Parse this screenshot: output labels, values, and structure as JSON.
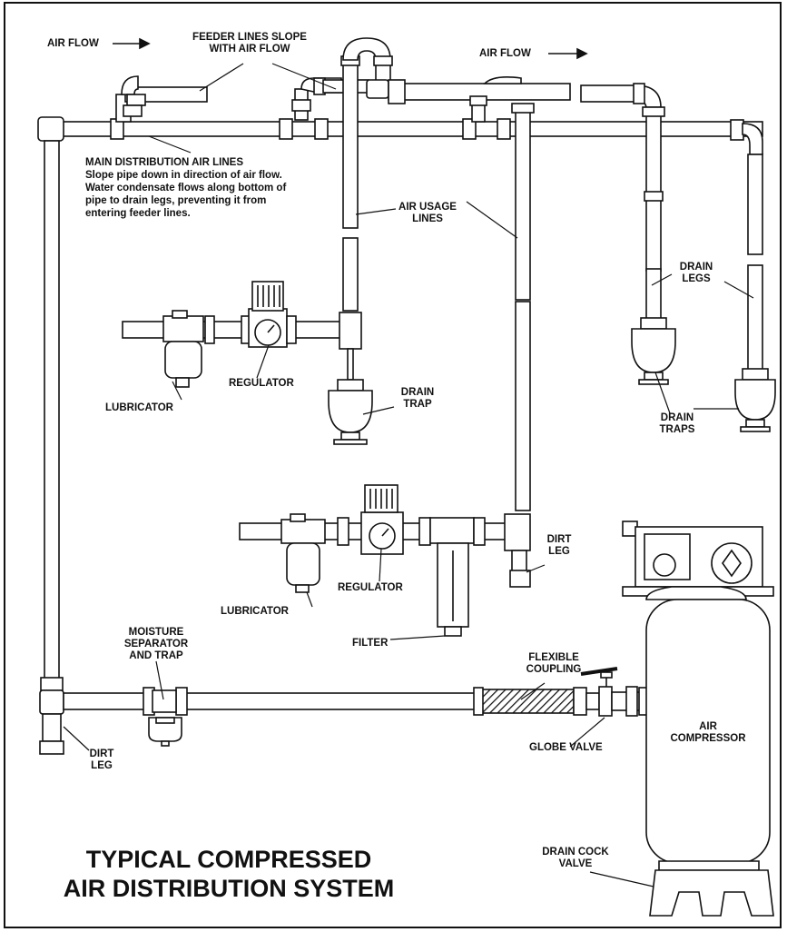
{
  "title": {
    "line1": "TYPICAL COMPRESSED",
    "line2": "AIR DISTRIBUTION SYSTEM"
  },
  "labels": {
    "air_flow_left": "AIR FLOW",
    "air_flow_right": "AIR FLOW",
    "feeder_lines_1": "FEEDER LINES SLOPE",
    "feeder_lines_2": "WITH AIR FLOW",
    "main_distribution_title": "MAIN DISTRIBUTION AIR LINES",
    "main_distribution_body": "Slope pipe down in direction of air flow. Water condensate flows along bottom of pipe to drain legs, preventing it from entering feeder lines.",
    "air_usage_1": "AIR USAGE",
    "air_usage_2": "LINES",
    "drain_legs_1": "DRAIN",
    "drain_legs_2": "LEGS",
    "drain_traps_1": "DRAIN",
    "drain_traps_2": "TRAPS",
    "drain_trap_1": "DRAIN",
    "drain_trap_2": "TRAP",
    "regulator_upper": "REGULATOR",
    "regulator_lower": "REGULATOR",
    "lubricator_upper": "LUBRICATOR",
    "lubricator_lower": "LUBRICATOR",
    "filter": "FILTER",
    "dirt_leg_upper_1": "DIRT",
    "dirt_leg_upper_2": "LEG",
    "dirt_leg_lower_1": "DIRT",
    "dirt_leg_lower_2": "LEG",
    "moisture_1": "MOISTURE",
    "moisture_2": "SEPARATOR",
    "moisture_3": "AND TRAP",
    "flexible_1": "FLEXIBLE",
    "flexible_2": "COUPLING",
    "globe_valve": "GLOBE VALVE",
    "air_compressor_1": "AIR",
    "air_compressor_2": "COMPRESSOR",
    "drain_cock_1": "DRAIN COCK",
    "drain_cock_2": "VALVE"
  }
}
